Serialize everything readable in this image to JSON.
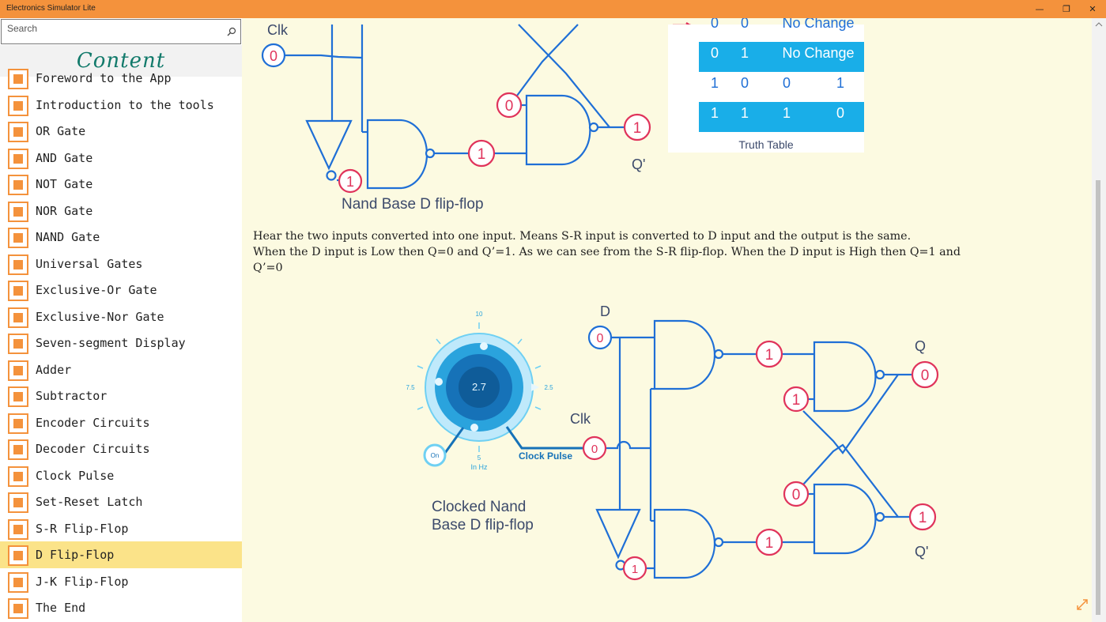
{
  "window": {
    "title": "Electronics Simulator Lite",
    "minimize": "—",
    "restore": "❐",
    "close": "✕"
  },
  "sidebar": {
    "search_placeholder": "Search",
    "header": "Content",
    "items": [
      {
        "label": "Foreword to the App"
      },
      {
        "label": "Introduction to the tools"
      },
      {
        "label": "OR Gate"
      },
      {
        "label": "AND Gate"
      },
      {
        "label": "NOT Gate"
      },
      {
        "label": "NOR Gate"
      },
      {
        "label": "NAND Gate"
      },
      {
        "label": "Universal Gates"
      },
      {
        "label": "Exclusive-Or Gate"
      },
      {
        "label": "Exclusive-Nor Gate"
      },
      {
        "label": "Seven-segment Display"
      },
      {
        "label": "Adder"
      },
      {
        "label": "Subtractor"
      },
      {
        "label": "Encoder Circuits"
      },
      {
        "label": "Decoder Circuits"
      },
      {
        "label": "Clock Pulse"
      },
      {
        "label": "Set-Reset Latch"
      },
      {
        "label": "S-R Flip-Flop"
      },
      {
        "label": "D Flip-Flop"
      },
      {
        "label": "J-K Flip-Flop"
      },
      {
        "label": "The End"
      }
    ],
    "selected": "D Flip-Flop"
  },
  "colors": {
    "titlebar": "#f4923c",
    "accent": "#f4923c",
    "selected": "#fbe389",
    "circuit": "#1f6fd6",
    "node_red": "#e0335b",
    "table_blue": "#19aee8"
  },
  "diagram1": {
    "clk_label": "Clk",
    "clk_value": "0",
    "clk_inv_value": "1",
    "nand1_out": "1",
    "nand2_in": "0",
    "q_bar_value": "1",
    "q_bar_label": "Q'",
    "caption": "Nand Base D flip-flop"
  },
  "truth_table": {
    "rows": [
      [
        "0",
        "0",
        "No Change"
      ],
      [
        "0",
        "1",
        "No Change"
      ],
      [
        "1",
        "0",
        "0",
        "1"
      ],
      [
        "1",
        "1",
        "1",
        "0"
      ]
    ],
    "caption": "Truth Table"
  },
  "paragraph": {
    "line1": "Hear the two inputs converted into one input. Means S-R input is converted to D input and the output is the same.",
    "line2": "When the D input is Low then Q=0 and Q’=1. As we can see from the S-R flip-flop. When the D input is High then Q=1 and",
    "line3": "Q’=0"
  },
  "diagram2": {
    "knob_value": "2.7",
    "dial_top": "10",
    "dial_left": "7.5",
    "dial_right": "2.5",
    "dial_bottom": "5",
    "units": "In Hz",
    "on_label": "On",
    "clock_pulse_label": "Clock Pulse",
    "clk_label": "Clk",
    "clk_value": "0",
    "d_label": "D",
    "d_value": "0",
    "clk_inv_value": "1",
    "nand_top_out": "1",
    "nand_bot_out": "1",
    "sr_top_in": "1",
    "sr_bot_in": "0",
    "q_label": "Q",
    "q_value": "0",
    "q_bar_label": "Q'",
    "q_bar_value": "1",
    "caption_line1": "Clocked Nand",
    "caption_line2": "Base D flip-flop"
  }
}
